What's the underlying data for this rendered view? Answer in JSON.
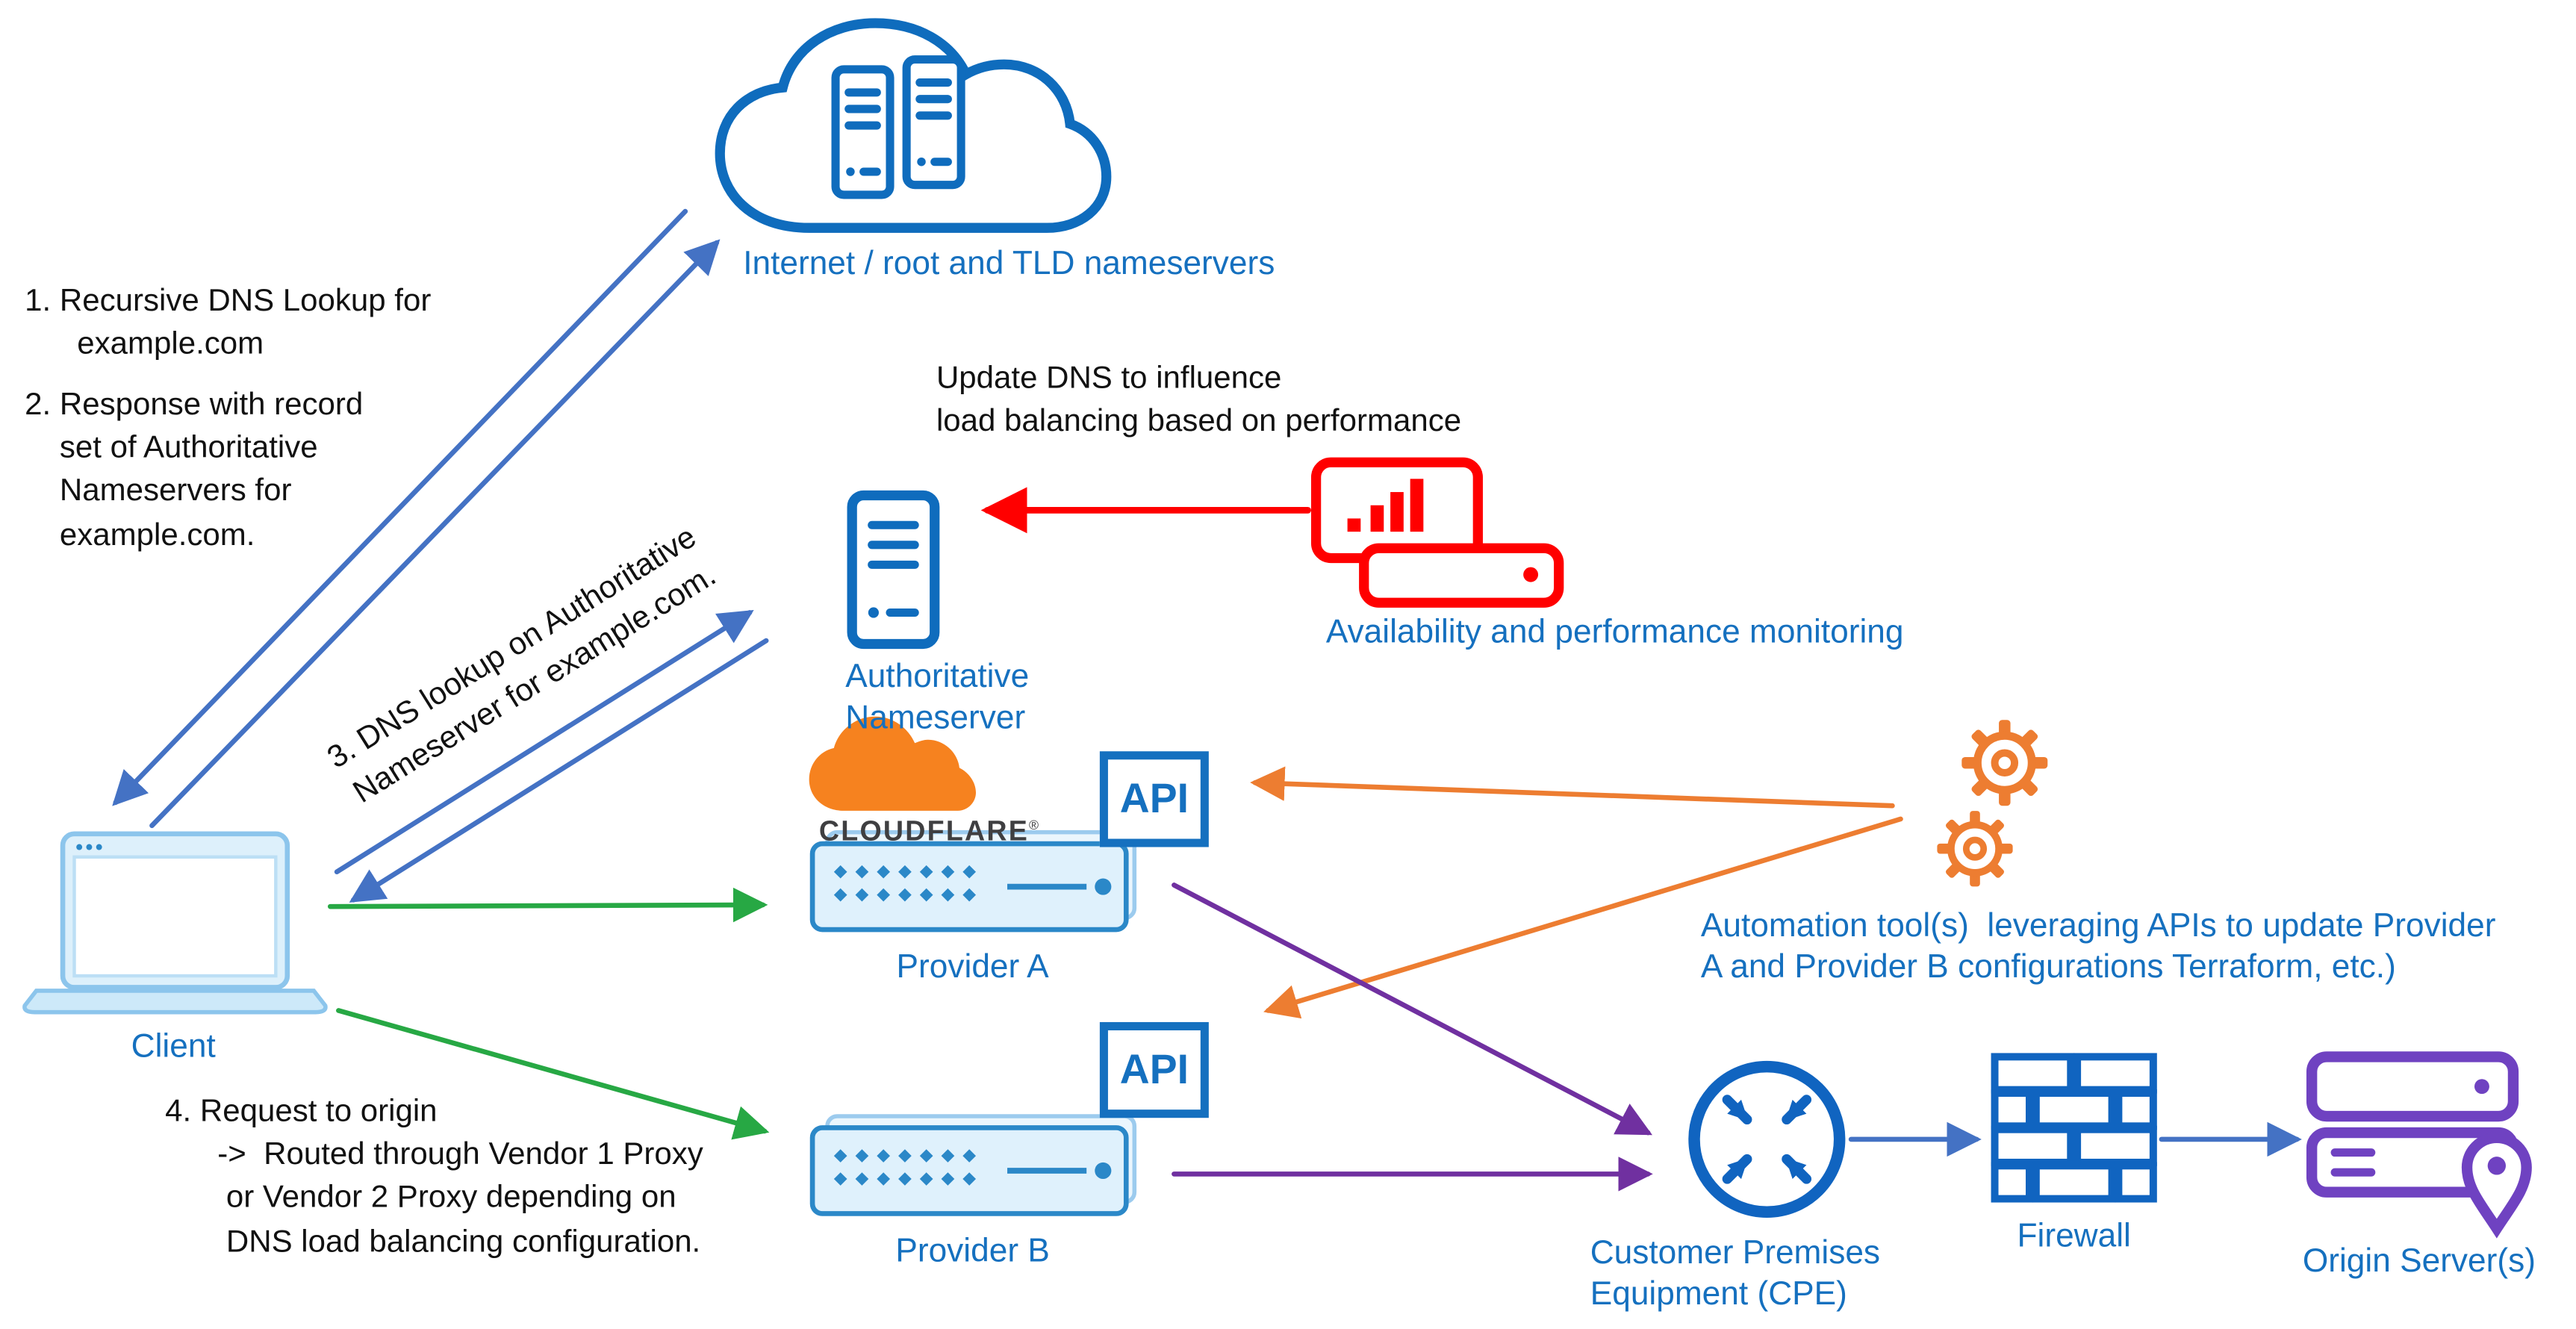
{
  "colors": {
    "label_blue": "#1570BF",
    "icon_blue": "#0F6CBD",
    "arrow_blue": "#4472C4",
    "arrow_green": "#27A844",
    "arrow_red": "#FF0000",
    "arrow_orange": "#ED7D31",
    "arrow_purple": "#7030A0",
    "origin_purple": "#6F42C1",
    "cloudflare_orange": "#F6821F"
  },
  "nodes": {
    "internet": {
      "label": "Internet / root and TLD nameservers"
    },
    "client": {
      "label": "Client"
    },
    "authoritative_nameserver": {
      "label": "Authoritative\nNameserver"
    },
    "monitoring": {
      "label": "Availability and performance monitoring"
    },
    "provider_a": {
      "label": "Provider A",
      "api_label": "API",
      "brand": "CLOUDFLARE",
      "brand_mark": "®"
    },
    "provider_b": {
      "label": "Provider B",
      "api_label": "API"
    },
    "automation": {
      "label": "Automation tool(s)  leveraging APIs to update Provider\nA and Provider B configurations Terraform, etc.)"
    },
    "cpe": {
      "label": "Customer Premises\nEquipment (CPE)"
    },
    "firewall": {
      "label": "Firewall"
    },
    "origin": {
      "label": "Origin Server(s)"
    }
  },
  "annotations": {
    "step1": "1. Recursive DNS Lookup for\n      example.com",
    "step2": "2. Response with record\n    set of Authoritative\n    Nameservers for\n    example.com.",
    "step3": "3. DNS lookup on Authoritative\nNameserver for example.com.",
    "step4": "4. Request to origin\n      ->  Routed through Vendor 1 Proxy\n       or Vendor 2 Proxy depending on\n       DNS load balancing configuration.",
    "update_dns": "Update DNS to influence\nload balancing based on performance"
  }
}
